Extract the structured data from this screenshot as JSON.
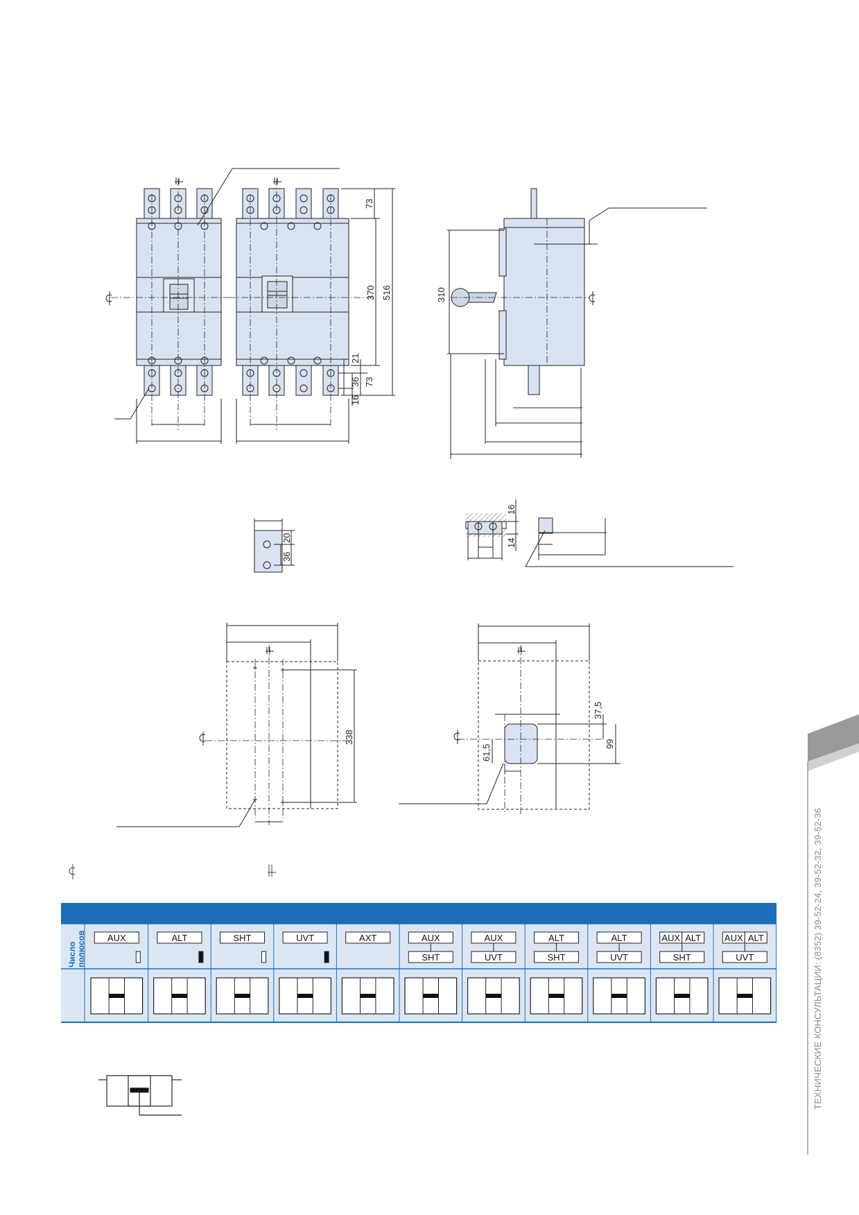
{
  "drawings": {
    "front_view": {
      "dim_top_terminal": "73",
      "dim_body": "370",
      "dim_total": "516",
      "dim_bottom_21": "21",
      "dim_bottom_36": "36",
      "dim_bottom_73": "73",
      "dim_bottom_16": "16"
    },
    "side_view": {
      "dim_height": "310"
    },
    "terminal_detail": {
      "dim_20": "20",
      "dim_36": "36"
    },
    "terminal_side_detail": {
      "dim_16": "16",
      "dim_14": "14"
    },
    "drilling_template": {
      "dim_338": "338"
    },
    "cutout_template": {
      "dim_37_5": "37,5",
      "dim_99": "99",
      "dim_61_5": "61,5"
    }
  },
  "table": {
    "header_label": "Число полюсов",
    "columns": [
      {
        "top": "AUX",
        "bottom": ""
      },
      {
        "top": "ALT",
        "bottom": ""
      },
      {
        "top": "SHT",
        "bottom": ""
      },
      {
        "top": "UVT",
        "bottom": ""
      },
      {
        "top": "AXT",
        "bottom": ""
      },
      {
        "top": "AUX",
        "bottom": "SHT"
      },
      {
        "top": "AUX",
        "bottom": "UVT"
      },
      {
        "top": "ALT",
        "bottom": "SHT"
      },
      {
        "top": "ALT",
        "bottom": "UVT"
      },
      {
        "top": "AUX ALT",
        "bottom": "SHT"
      },
      {
        "top": "AUX ALT",
        "bottom": "UVT"
      }
    ]
  },
  "side_text": "ТЕХНИЧЕСКИЕ КОНСУЛЬТАЦИИ: (8352) 39-52-24, 39-52-32, 39-52-36",
  "colors": {
    "body_fill": "#d9e2f1",
    "table_blue": "#1a6fb8",
    "table_light": "#dce6f3"
  }
}
